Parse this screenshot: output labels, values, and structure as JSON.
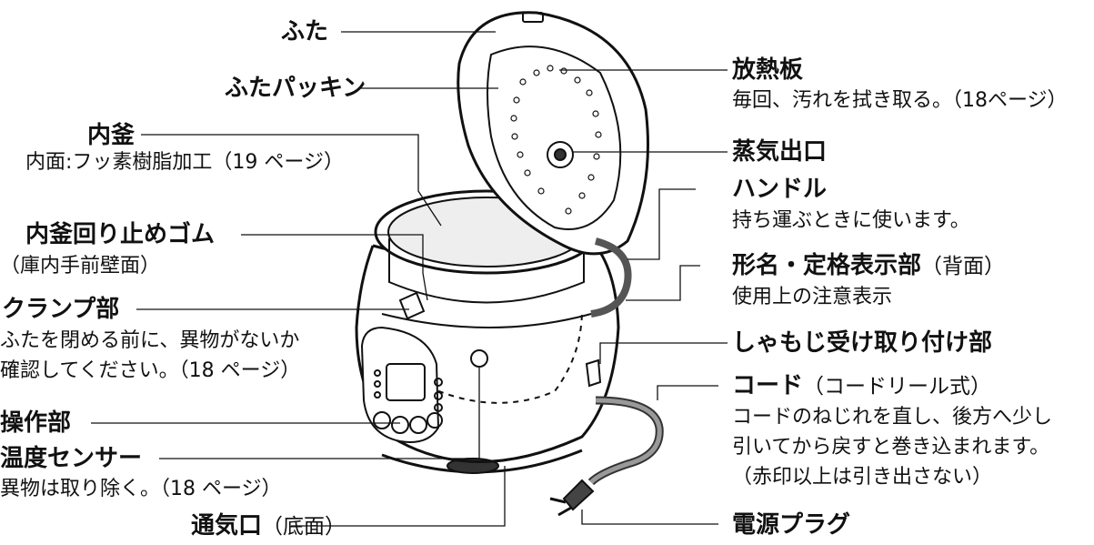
{
  "labels": {
    "futa": {
      "title": "ふた"
    },
    "futa_packing": {
      "title": "ふたパッキン"
    },
    "uchigama": {
      "title": "内釜",
      "desc": "内面:フッ素樹脂加工（19 ページ）"
    },
    "uchigama_rubber": {
      "title": "内釜回り止めゴム",
      "desc": "（庫内手前壁面）"
    },
    "clamp": {
      "title": "クランプ部",
      "desc1": "ふたを閉める前に、異物がないか",
      "desc2": "確認してください。（18 ページ）"
    },
    "control": {
      "title": "操作部"
    },
    "temp_sensor": {
      "title": "温度センサー",
      "desc": "異物は取り除く。（18 ページ）"
    },
    "vent": {
      "title": "通気口",
      "note": "（底面）"
    },
    "heat_plate": {
      "title": "放熱板",
      "desc": "毎回、汚れを拭き取る。（18ページ）"
    },
    "steam_outlet": {
      "title": "蒸気出口"
    },
    "handle": {
      "title": "ハンドル",
      "desc": "持ち運ぶときに使います。"
    },
    "model_label": {
      "title": "形名・定格表示部",
      "note": "（背面）",
      "desc": "使用上の注意表示"
    },
    "paddle_holder": {
      "title": "しゃもじ受け取り付け部"
    },
    "cord": {
      "title": "コード",
      "note": "（コードリール式）",
      "desc1": "コードのねじれを直し、後方へ少し",
      "desc2": "引いてから戻すと巻き込まれます。",
      "desc3": "（赤印以上は引き出さない）"
    },
    "plug": {
      "title": "電源プラグ"
    }
  },
  "icons": [
    "rice-cooker-illustration",
    "power-plug-icon"
  ]
}
